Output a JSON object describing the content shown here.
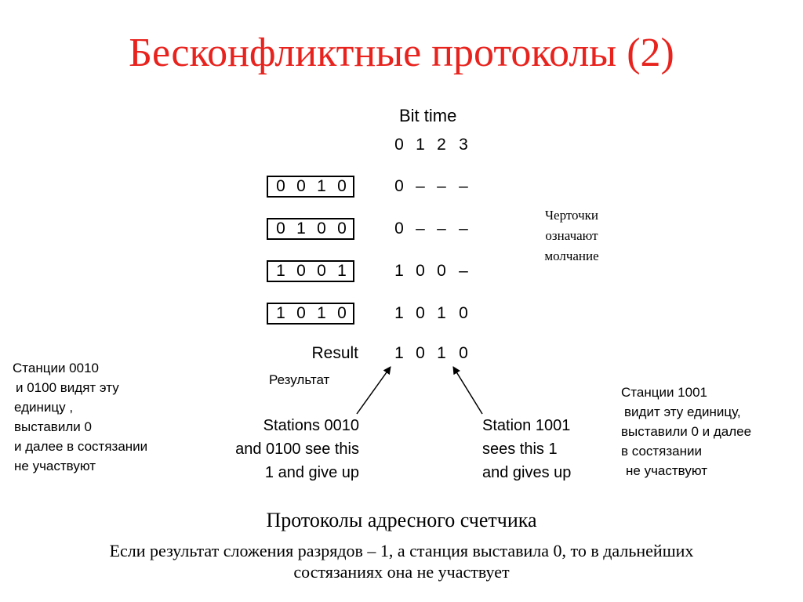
{
  "slide": {
    "title": "Бесконфликтные протоколы (2)",
    "title_color": "#e8231e"
  },
  "diagram": {
    "bit_time_label": "Bit time",
    "bit_positions": [
      "0",
      "1",
      "2",
      "3"
    ],
    "stations": [
      {
        "code": [
          "0",
          "0",
          "1",
          "0"
        ],
        "sent": [
          "0",
          "–",
          "–",
          "–"
        ]
      },
      {
        "code": [
          "0",
          "1",
          "0",
          "0"
        ],
        "sent": [
          "0",
          "–",
          "–",
          "–"
        ]
      },
      {
        "code": [
          "1",
          "0",
          "0",
          "1"
        ],
        "sent": [
          "1",
          "0",
          "0",
          "–"
        ]
      },
      {
        "code": [
          "1",
          "0",
          "1",
          "0"
        ],
        "sent": [
          "1",
          "0",
          "1",
          "0"
        ]
      }
    ],
    "result_label": "Result",
    "result_bits": [
      "1",
      "0",
      "1",
      "0"
    ],
    "result_label_ru": "Результат",
    "dashes_note": [
      "Черточки",
      "означают",
      "молчание"
    ],
    "left_note_en": [
      "Stations 0010",
      "and 0100 see this",
      "1 and give up"
    ],
    "right_note_en": [
      "Station 1001",
      "sees this 1",
      "and gives up"
    ],
    "left_note_ru": [
      "Станции 0010",
      "и 0100 видят эту",
      "единицу ,",
      "выставили 0",
      "и далее в состязании",
      "не участвуют"
    ],
    "right_note_ru": [
      "Станции 1001",
      "видит эту единицу,",
      "выставили 0 и далее",
      "в состязании",
      "не участвуют"
    ]
  },
  "footer": {
    "subtitle": "Протоколы адресного счетчика",
    "caption_lines": [
      "Если результат сложения разрядов – 1, а станция выставила 0, то в дальнейших",
      "состязаниях она не участвует"
    ]
  }
}
